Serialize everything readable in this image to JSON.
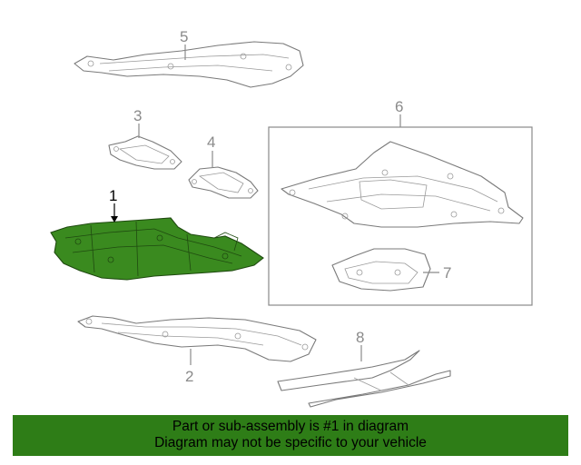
{
  "callouts": {
    "c1": "1",
    "c2": "2",
    "c3": "3",
    "c4": "4",
    "c5": "5",
    "c6": "6",
    "c7": "7",
    "c8": "8"
  },
  "highlight_color": "#3a8a1f",
  "banner": {
    "line1": "Part or sub-assembly is #1 in diagram",
    "line2": "Diagram may not be specific to your vehicle",
    "background": "#2e7d17"
  }
}
